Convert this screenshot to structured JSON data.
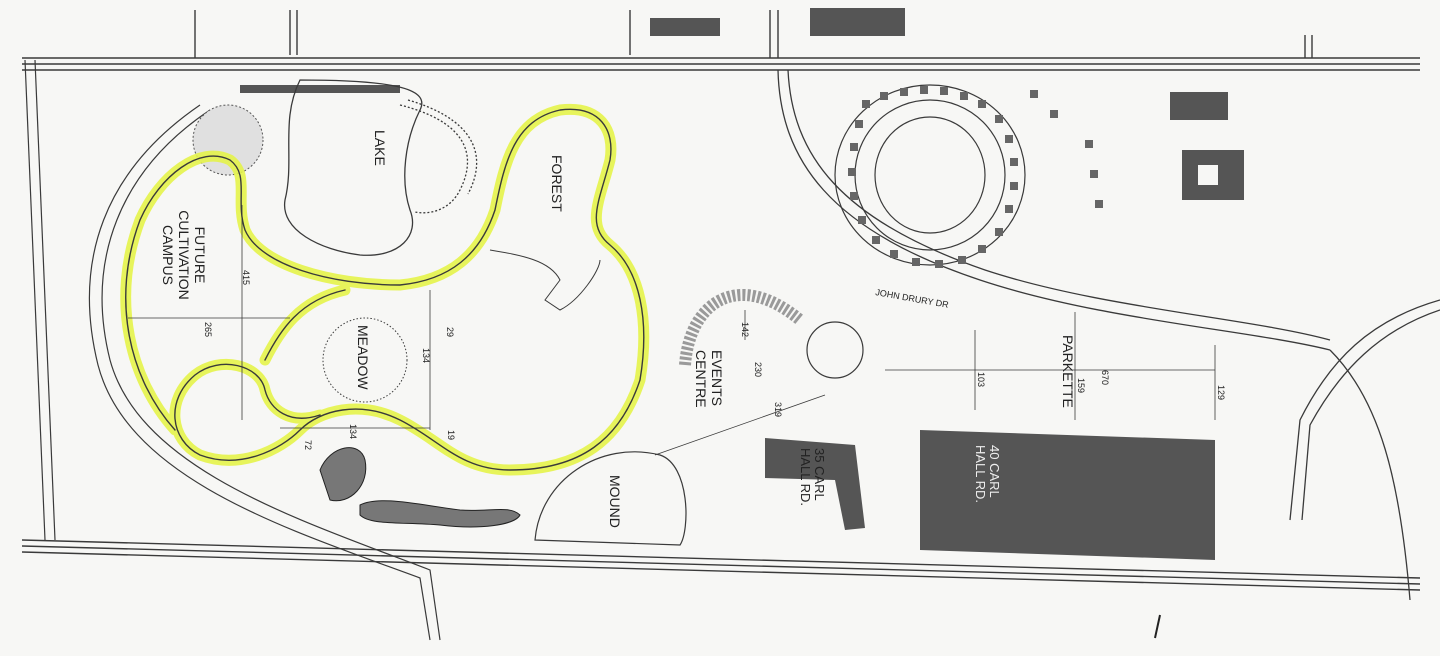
{
  "map": {
    "colors": {
      "paper": "#f7f7f5",
      "line": "#3a3a3a",
      "building": "#555555",
      "trail_highlight": "#e4f34a"
    },
    "areas": {
      "future_campus": [
        "FUTURE",
        "CULTIVATION",
        "CAMPUS"
      ],
      "lake": "LAKE",
      "forest": "FOREST",
      "meadow": "MEADOW",
      "events_centre": [
        "EVENTS",
        "CENTRE"
      ],
      "mound": "MOUND",
      "parkette": "PARKETTE",
      "bldg_35": [
        "35 CARL",
        "HALL RD."
      ],
      "bldg_40": [
        "40 CARL",
        "HALL RD."
      ],
      "road_drury": "JOHN DRURY DR"
    },
    "dimensions": {
      "d415": "415",
      "d265": "265",
      "d29": "29",
      "d134a": "134",
      "d134b": "134",
      "d72": "72",
      "d19": "19",
      "d142": "142",
      "d230": "230",
      "d319": "319",
      "d103": "103",
      "d159": "159",
      "d670": "670",
      "d129": "129"
    }
  }
}
